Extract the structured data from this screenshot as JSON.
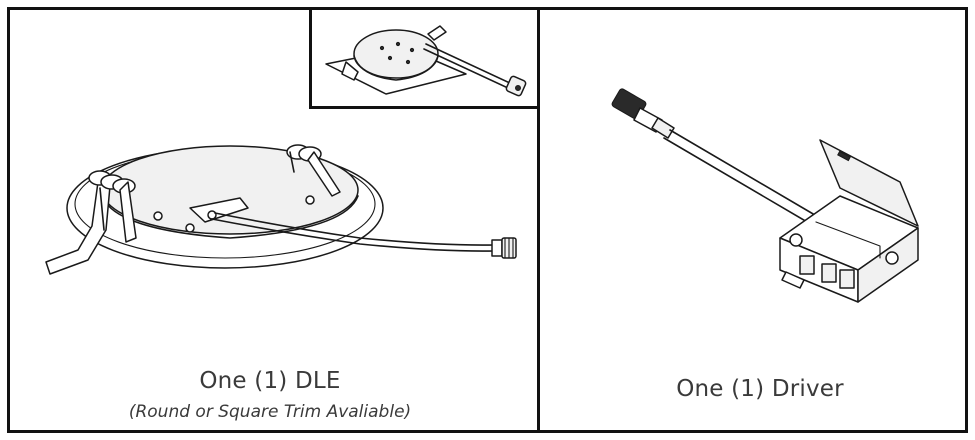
{
  "items": [
    {
      "caption": "One (1) DLE",
      "note": "(Round or Square Trim Avaliable)",
      "illustration": "recessed-downlight-illustration"
    },
    {
      "caption": "One (1) Driver",
      "illustration": "driver-junction-box-illustration"
    }
  ],
  "inset": {
    "illustration": "square-trim-downlight-illustration"
  }
}
